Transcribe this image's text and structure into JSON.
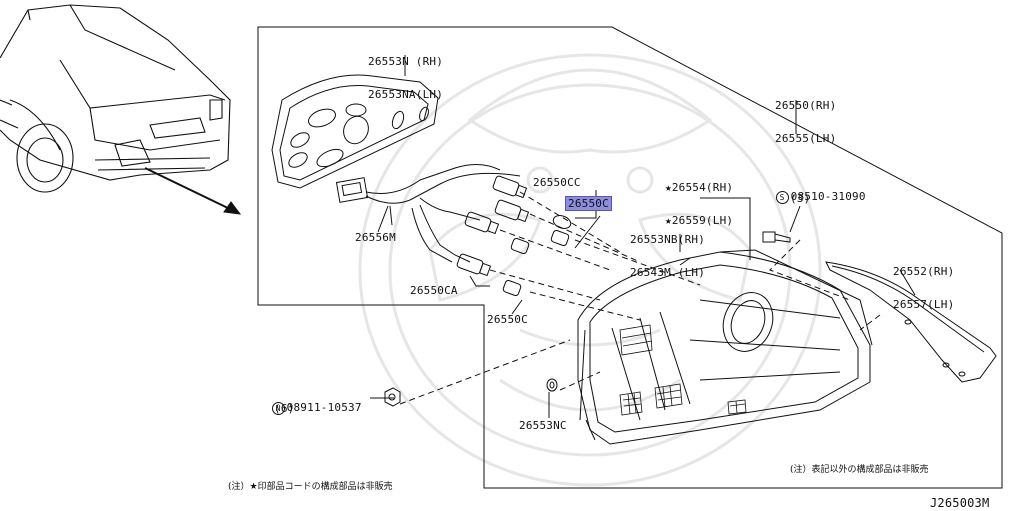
{
  "parts": {
    "p26553n": [
      "26553N (RH)",
      "26553NA(LH)"
    ],
    "p26550": [
      "26550(RH)",
      "26555(LH)"
    ],
    "p26554": [
      "★26554(RH)",
      "★26559(LH)"
    ],
    "p08510_code": "08510-31090",
    "p08510_qty": "(3)",
    "p08510_sym": "S",
    "p26550cc": "26550CC",
    "p26550c_hl": "26550C",
    "p26553nb": [
      "26553NB(RH)",
      "26543M (LH)"
    ],
    "p26552": [
      "26552(RH)",
      "26557(LH)"
    ],
    "p26556m": "26556M",
    "p26550ca": "26550CA",
    "p26550c": "26550C",
    "p08911_code": "08911-10537",
    "p08911_qty": "(6)",
    "p08911_sym": "N",
    "p26553nc": "26553NC"
  },
  "notes": {
    "left": "(注）★印部品コードの構成部品は非販売",
    "right": "(注）表記以外の構成部品は非販売"
  },
  "diagram_code": "J265003M",
  "colors": {
    "line": "#111111",
    "highlight": "#8d8ee0",
    "watermark": "#e8e8e8"
  }
}
